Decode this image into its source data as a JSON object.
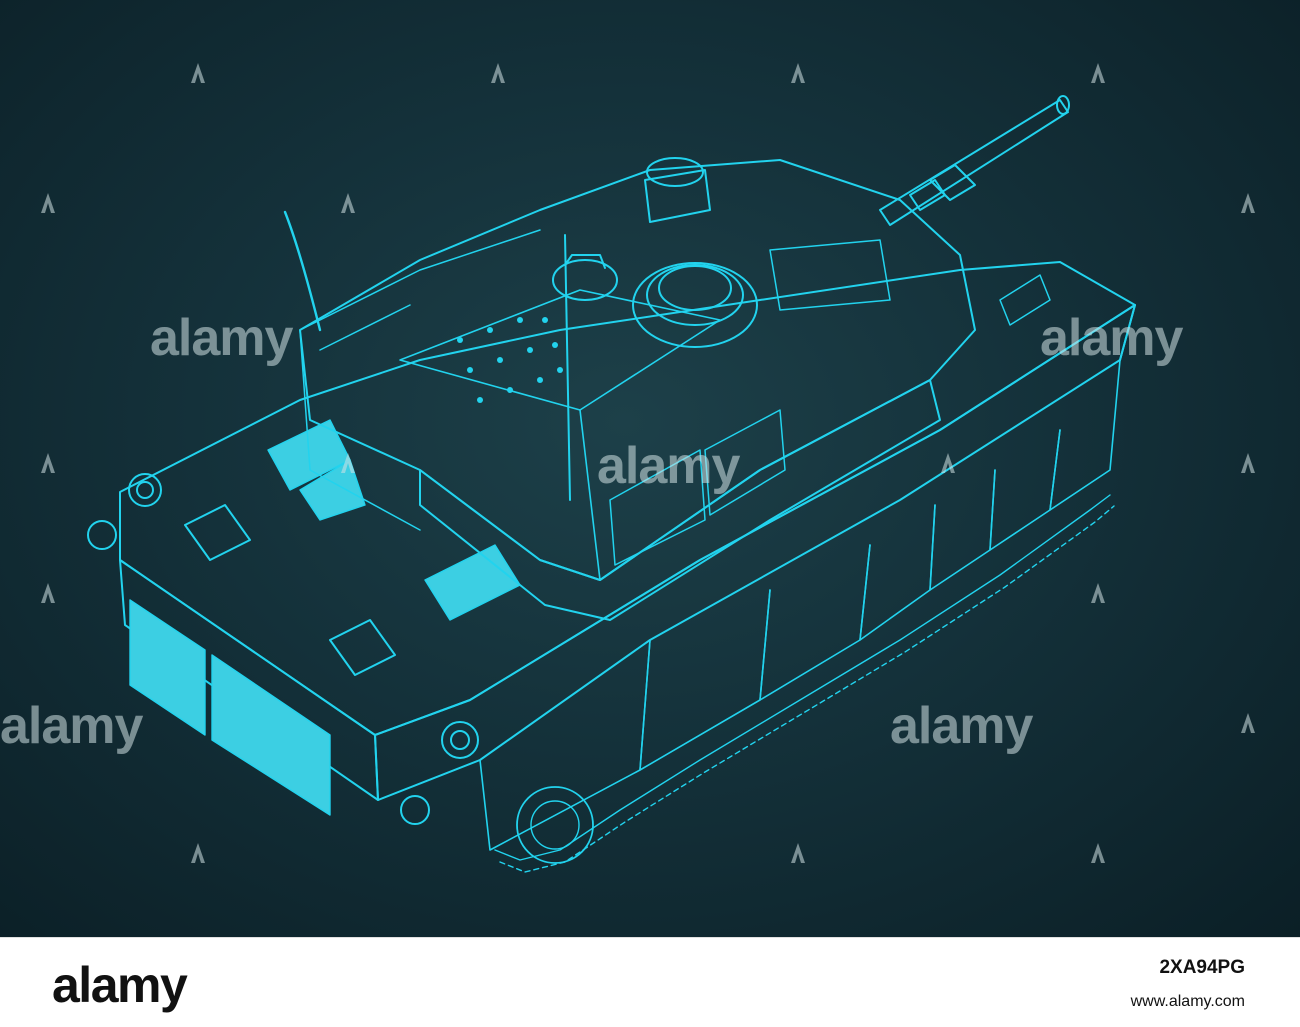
{
  "watermark": {
    "text": "alamy",
    "logo_icon": "alamy-a-icon",
    "color": "#d2e1e4"
  },
  "footer": {
    "logo_text": "alamy",
    "image_id": "2XA94PG",
    "url": "www.alamy.com"
  },
  "colors": {
    "background": "#14313a",
    "line": "#22d3ee",
    "fill": "#3ccfe3"
  }
}
